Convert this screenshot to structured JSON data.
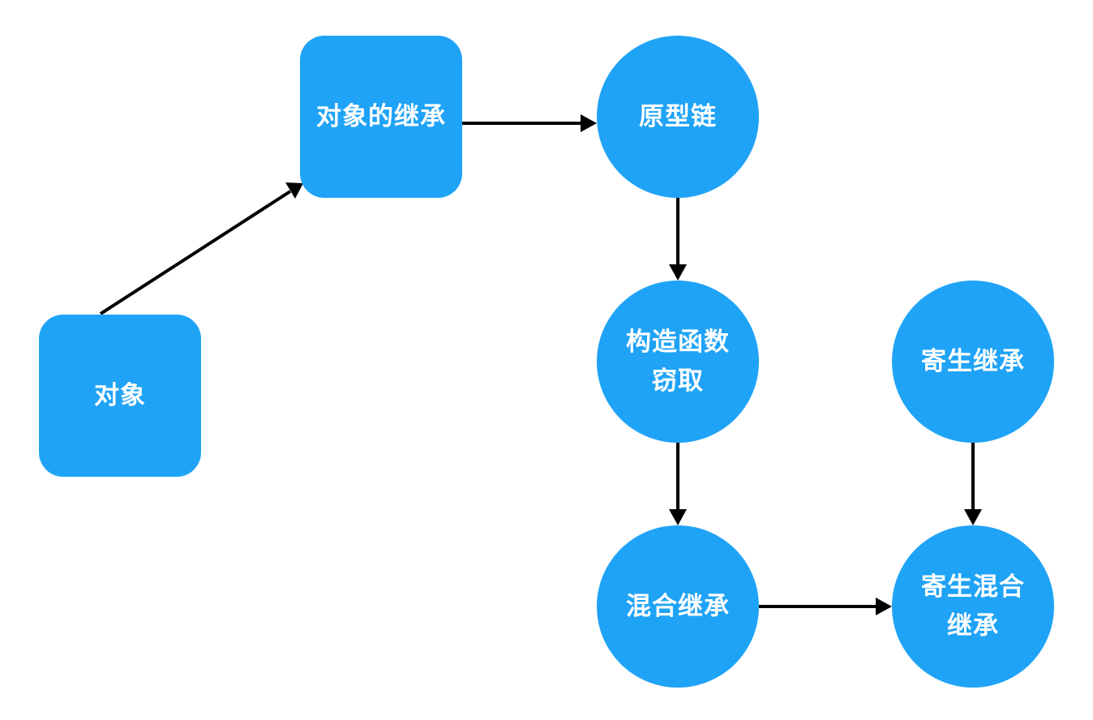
{
  "diagram": {
    "colors": {
      "node_fill": "#1fa3f7",
      "node_text": "#ffffff",
      "edge": "#000000"
    },
    "nodes": {
      "object": {
        "label": "对象",
        "shape": "rounded-rect"
      },
      "object_inheritance": {
        "label": "对象的继承",
        "shape": "rounded-rect"
      },
      "prototype_chain": {
        "label": "原型链",
        "shape": "circle"
      },
      "constructor_stealing": {
        "line1": "构造函数",
        "line2": "窃取",
        "shape": "circle"
      },
      "parasitic_inheritance": {
        "label": "寄生继承",
        "shape": "circle"
      },
      "combination_inheritance": {
        "label": "混合继承",
        "shape": "circle"
      },
      "parasitic_combination": {
        "line1": "寄生混合",
        "line2": "继承",
        "shape": "circle"
      }
    },
    "edges": [
      {
        "from": "object",
        "to": "object_inheritance"
      },
      {
        "from": "object_inheritance",
        "to": "prototype_chain"
      },
      {
        "from": "prototype_chain",
        "to": "constructor_stealing"
      },
      {
        "from": "constructor_stealing",
        "to": "combination_inheritance"
      },
      {
        "from": "parasitic_inheritance",
        "to": "parasitic_combination"
      },
      {
        "from": "combination_inheritance",
        "to": "parasitic_combination"
      }
    ]
  }
}
